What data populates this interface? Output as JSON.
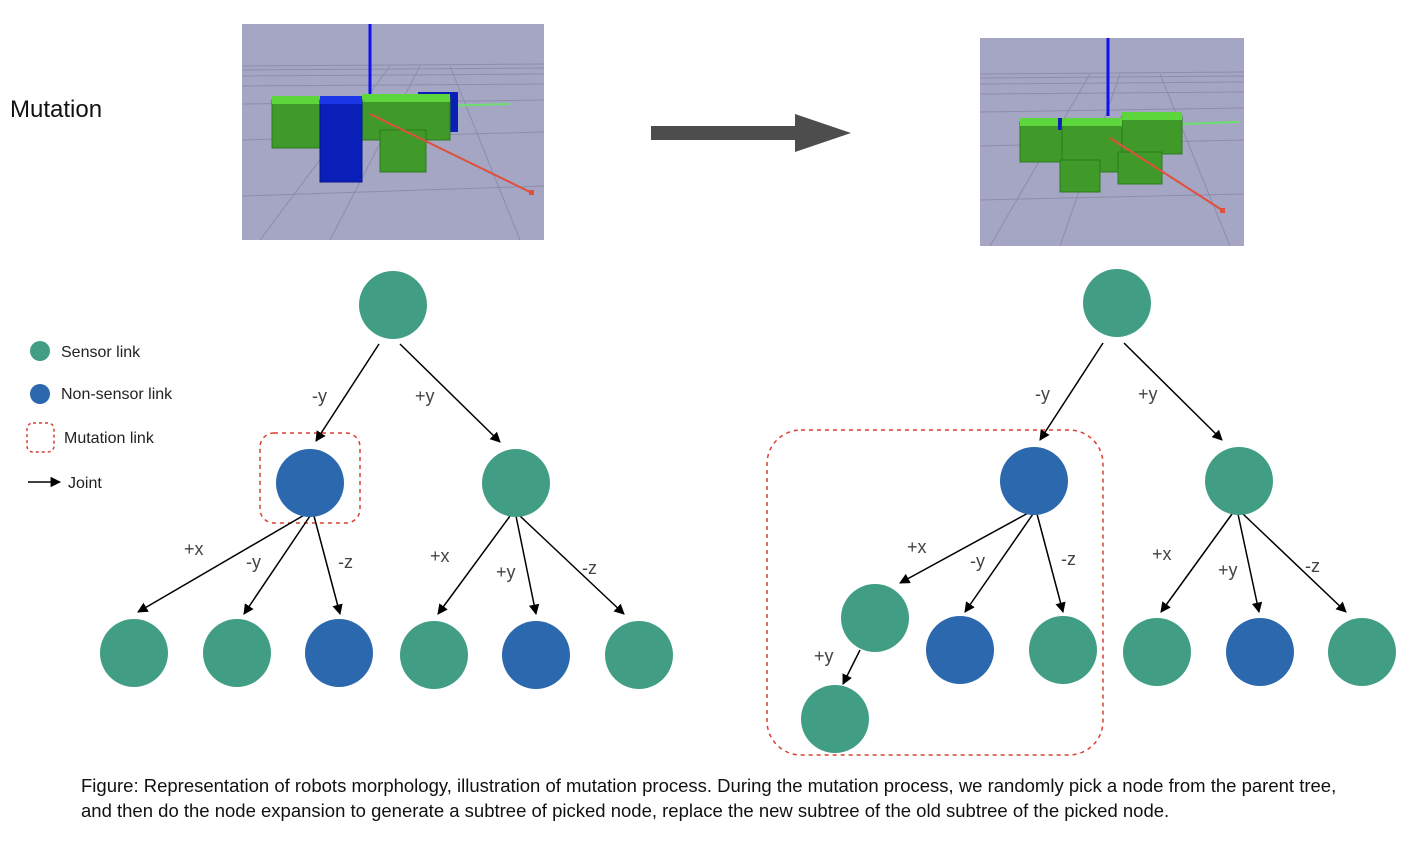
{
  "title": "Mutation",
  "legend": {
    "sensor_label": "Sensor link",
    "nonsensor_label": "Non-sensor link",
    "mutation_label": "Mutation link",
    "joint_label": "Joint"
  },
  "colors": {
    "sensor": "#419e84",
    "nonsensor": "#2c68ad",
    "mutation_box": "#d9402f",
    "arrow": "#000000",
    "transition_arrow": "#4d4d4d",
    "robot_green": "#3f9a2a",
    "robot_blue": "#0a1fb8",
    "sky": "#a5a5c4"
  },
  "left_tree": {
    "edges": {
      "root_left": "-y",
      "root_right": "+y",
      "left_c1": "+x",
      "left_c2": "-y",
      "left_c3": "-z",
      "right_c1": "+x",
      "right_c2": "+y",
      "right_c3": "-z"
    }
  },
  "right_tree": {
    "edges": {
      "root_left": "-y",
      "root_right": "+y",
      "left_c1": "+x",
      "left_c2": "-y",
      "left_c3": "-z",
      "new_child": "+y",
      "right_c1": "+x",
      "right_c2": "+y",
      "right_c3": "-z"
    }
  },
  "caption": "Figure: Representation of robots morphology, illustration of mutation process. During the mutation process, we randomly pick a node from the parent tree, and then do the node expansion to generate a subtree of picked node, replace the new subtree of the old subtree of the picked node."
}
